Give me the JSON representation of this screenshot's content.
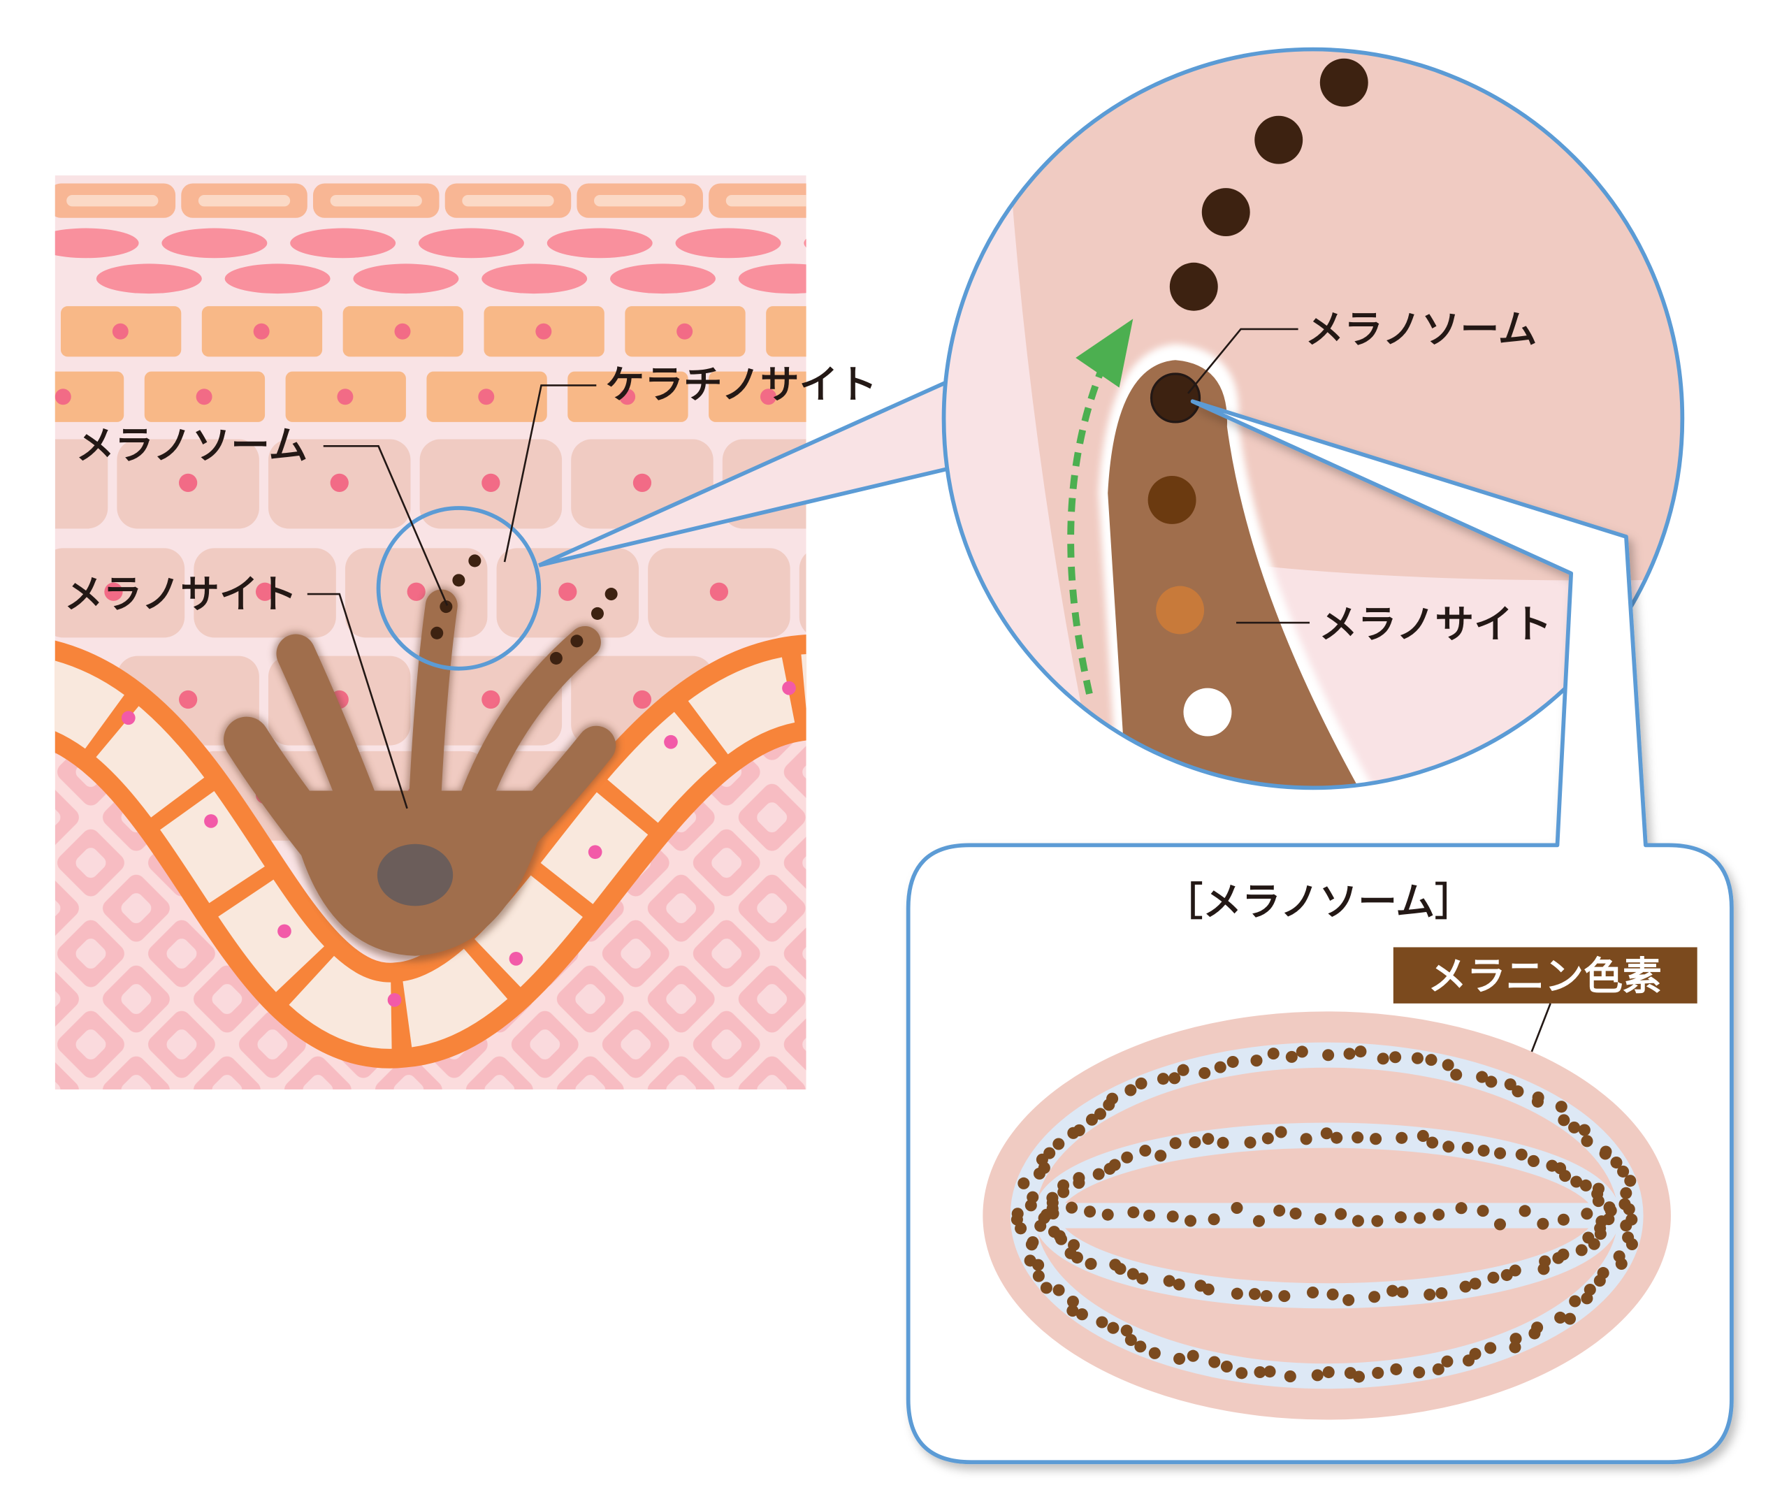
{
  "left_panel": {
    "keratinocyte_label": "ケラチノサイト",
    "melanosome_label": "メラノソーム",
    "melanocyte_label": "メラノサイト"
  },
  "zoom_circle": {
    "melanosome_label": "メラノソーム",
    "melanocyte_label": "メラノサイト"
  },
  "detail_box": {
    "title": "［メラノソーム］",
    "pigment_label": "メラニン色素"
  },
  "colors": {
    "outline_blue": "#5b9bd5",
    "melanocyte_brown": "#a06e4c",
    "melanin_dot": "#7b4a1e",
    "pigment_label_bg": "#7b4a1e",
    "basal_orange": "#f7843a",
    "arrow_green": "#4caf50"
  }
}
